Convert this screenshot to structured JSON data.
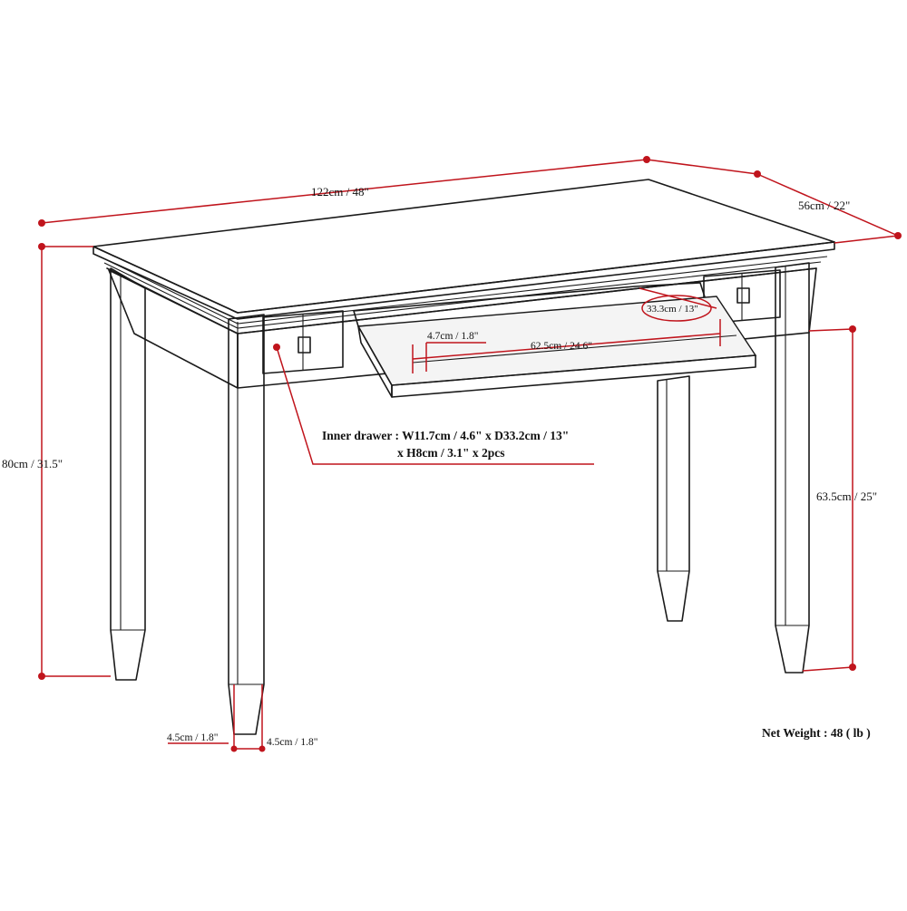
{
  "diagram": {
    "colors": {
      "line": "#1a1a1a",
      "dimension": "#c0141c",
      "text": "#111111"
    },
    "dimensions": {
      "width": "122cm / 48\"",
      "depth": "56cm / 22\"",
      "height": "80cm / 31.5\"",
      "leg_clearance": "63.5cm / 25\"",
      "tray_width": "62.5cm / 24.6\"",
      "tray_height": "4.7cm / 1.8\"",
      "tray_depth": "33.3cm / 13\"",
      "leg_front": "4.5cm / 1.8\"",
      "leg_side": "4.5cm / 1.8\""
    },
    "inner_drawer": {
      "line1": "Inner drawer : W11.7cm / 4.6\" x D33.2cm / 13\"",
      "line2": "x H8cm / 3.1\" x 2pcs"
    },
    "net_weight": "Net Weight : 48 ( lb )"
  }
}
